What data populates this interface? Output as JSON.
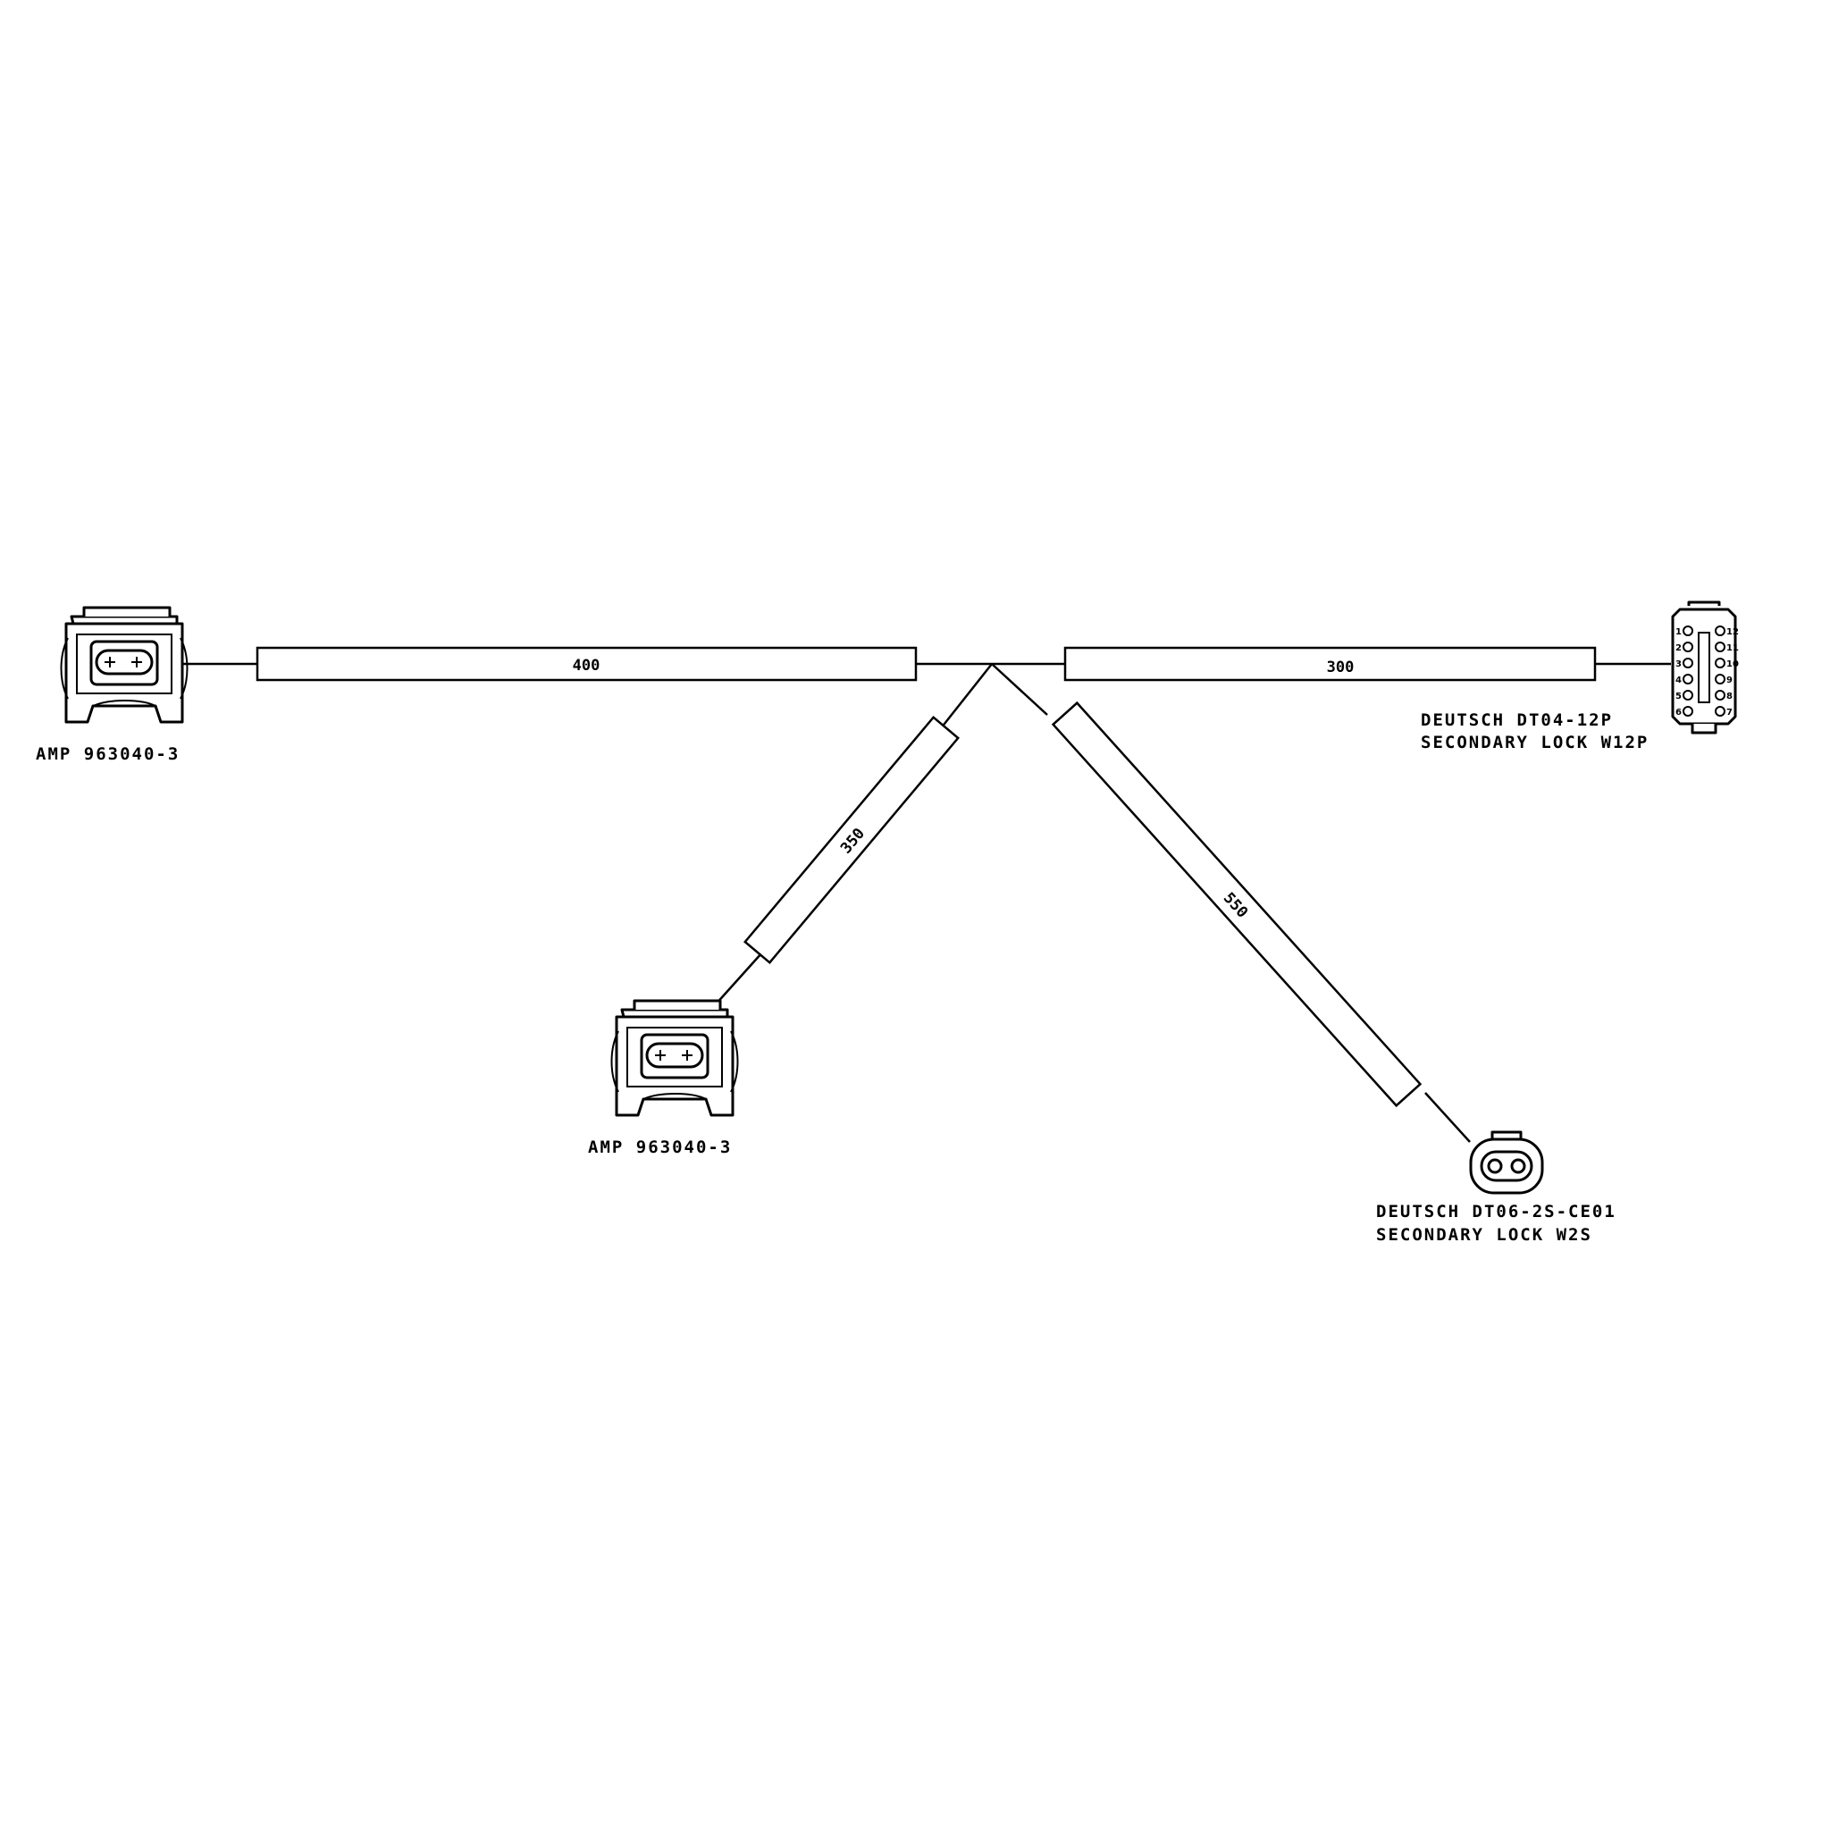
{
  "connectors": {
    "amp_left": {
      "label": "AMP 963040-3"
    },
    "amp_lower": {
      "label": "AMP 963040-3"
    },
    "deutsch_12p": {
      "line1": "DEUTSCH DT04-12P",
      "line2": "SECONDARY LOCK W12P",
      "pins_left": [
        "1",
        "2",
        "3",
        "4",
        "5",
        "6"
      ],
      "pins_right": [
        "12",
        "11",
        "10",
        "9",
        "8",
        "7"
      ]
    },
    "deutsch_2s": {
      "line1": "DEUTSCH DT06-2S-CE01",
      "line2": "SECONDARY LOCK W2S"
    }
  },
  "branches": {
    "left": {
      "length": "400"
    },
    "right": {
      "length": "300"
    },
    "down_left": {
      "length": "350"
    },
    "down_right": {
      "length": "550"
    }
  }
}
